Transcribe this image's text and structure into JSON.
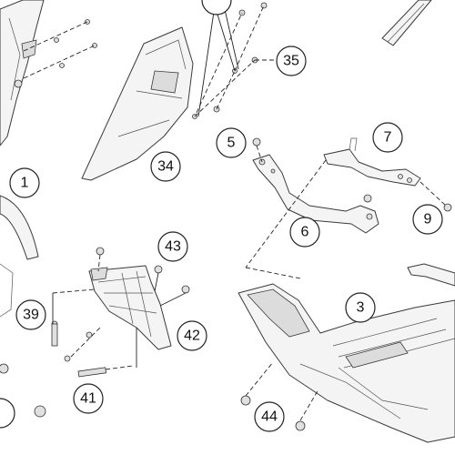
{
  "callouts": [
    {
      "id": "c1",
      "label": "1"
    },
    {
      "id": "c3",
      "label": "3"
    },
    {
      "id": "c5",
      "label": "5"
    },
    {
      "id": "c6",
      "label": "6"
    },
    {
      "id": "c7",
      "label": "7"
    },
    {
      "id": "c9",
      "label": "9"
    },
    {
      "id": "c34",
      "label": "34"
    },
    {
      "id": "c35",
      "label": "35"
    },
    {
      "id": "c39",
      "label": "39"
    },
    {
      "id": "c41",
      "label": "41"
    },
    {
      "id": "c42",
      "label": "42"
    },
    {
      "id": "c43",
      "label": "43"
    },
    {
      "id": "c44",
      "label": "44"
    }
  ]
}
